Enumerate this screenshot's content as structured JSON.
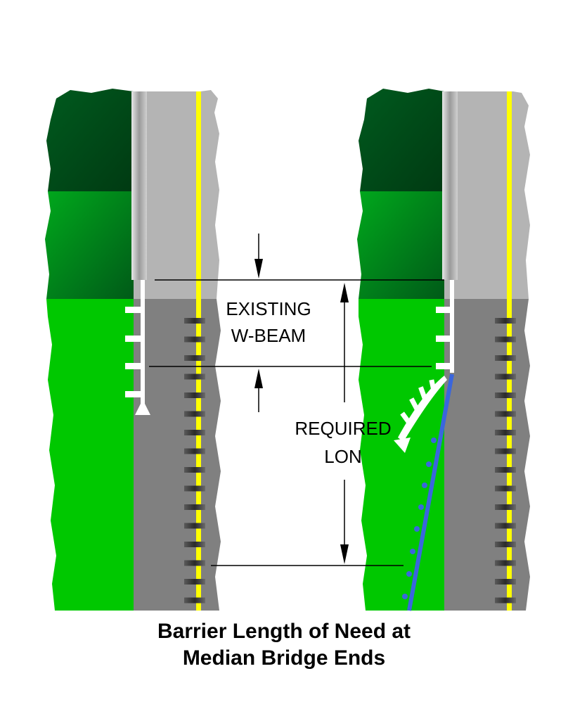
{
  "labels": {
    "existing_line1": "EXISTING",
    "existing_line2": "W-BEAM",
    "required_line1": "REQUIRED",
    "required_line2": "LON"
  },
  "caption": {
    "line1": "Barrier Length of Need at",
    "line2": "Median Bridge Ends"
  },
  "colors": {
    "grass_dark": "#004d1a",
    "grass_bright": "#00c800",
    "bridge_deck": "#b4b4b4",
    "road": "#808080",
    "yellow_line": "#ffff00",
    "barrier": "#ffffff",
    "blue_rail": "#3366dd"
  }
}
